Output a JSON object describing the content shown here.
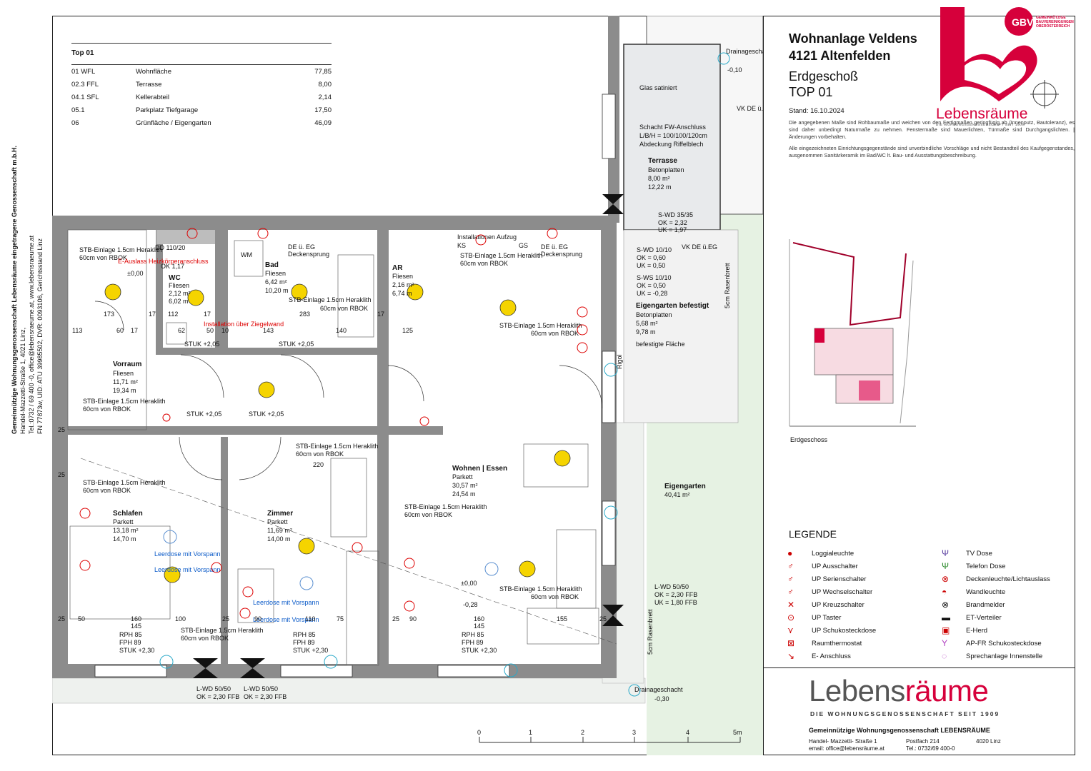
{
  "area_table": {
    "title": "Top 01",
    "rows": [
      {
        "code": "01 WFL",
        "label": "Wohnfläche",
        "value": "77,85"
      },
      {
        "code": "02.3 FFL",
        "label": "Terrasse",
        "value": "8,00"
      },
      {
        "code": "04.1 SFL",
        "label": "Kellerabteil",
        "value": "2,14"
      },
      {
        "code": "05.1",
        "label": "Parkplatz Tiefgarage",
        "value": "17,50"
      },
      {
        "code": "06",
        "label": "Grünfläche / Eigengarten",
        "value": "46,09"
      }
    ]
  },
  "title_block": {
    "project_line1": "Wohnanlage Veldens",
    "project_line2": "4121 Altenfelden",
    "floor": "Erdgeschoß",
    "unit": "TOP 01",
    "date": "Stand: 16.10.2024",
    "note1": "Die angegebenen Maße sind Rohbaumaße und weichen von den Fertigmaßen geringfügig ab (Innenputz, Bautoleranz), es sind daher unbedingt Naturmaße zu nehmen. Fenstermaße sind Mauerlichten, Türmaße sind Durchgangslichten. | Änderungen vorbehalten.",
    "note2": "Alle eingezeichneten Einrichtungsgegenstände sind unverbindliche Vorschläge und nicht Bestandteil des Kaufgegenstandes, ausgenommen Sanitärkeramik im Bad/WC lt. Bau- und Ausstattungsbeschreibung."
  },
  "logo_top": {
    "brand": "Lebensräume",
    "sub": "DIE WOHNUNGSGENOSSENSCHAFT SEIT 1909",
    "badge": "GEMEINNÜTZIGE BAUVEREINIGUNGEN OBERÖSTERREICH",
    "badge_letters": "GBV"
  },
  "mini_map": {
    "label": "Erdgeschoss"
  },
  "rooms": [
    {
      "name": "WC",
      "floor": "Fliesen",
      "area": "2,12 m²",
      "perim": "6,02 m"
    },
    {
      "name": "Bad",
      "floor": "Fliesen",
      "area": "6,42 m²",
      "perim": "10,20 m"
    },
    {
      "name": "AR",
      "floor": "Fliesen",
      "area": "2,16 m²",
      "perim": "6,74 m"
    },
    {
      "name": "Vorraum",
      "floor": "Fliesen",
      "area": "11,71 m²",
      "perim": "19,34 m"
    },
    {
      "name": "Schlafen",
      "floor": "Parkett",
      "area": "13,18 m²",
      "perim": "14,70 m"
    },
    {
      "name": "Zimmer",
      "floor": "Parkett",
      "area": "11,69 m²",
      "perim": "14,00 m"
    },
    {
      "name": "Wohnen | Essen",
      "floor": "Parkett",
      "area": "30,57 m²",
      "perim": "24,54 m"
    },
    {
      "name": "Terrasse",
      "floor": "Betonplatten",
      "area": "8,00 m²",
      "perim": "12,22 m"
    },
    {
      "name": "Eigengarten befestigt",
      "floor": "Betonplatten",
      "area": "5,68 m²",
      "perim": "9,78 m"
    }
  ],
  "garden": {
    "name": "Eigengarten",
    "area": "40,41 m²"
  },
  "annotations": {
    "heraklith": "STB-Einlage 1.5cm Heraklith",
    "rbok": "60cm von RBOK",
    "glas": "Glas satiniert",
    "schacht1": "Schacht FW-Anschluss",
    "schacht2": "L/B/H = 100/100/120cm",
    "schacht3": "Abdeckung Riffelblech",
    "befestigt": "befestigte Fläche",
    "aufzug": "Installationen Aufzug",
    "ziegelwand": "Installation über Ziegelwand",
    "rasen": "5cm Rasenbrett",
    "dg": "Drainageschacht",
    "vk": "VK DE ü.EG",
    "level0": "±0,00",
    "levelm010": "-0,10",
    "levelm028": "-0,28",
    "levelm030": "-0,30",
    "leerdose": "Leerdose mit Vorspann",
    "stuk205": "STUK +2,05",
    "stuk230": "STUK +2,30",
    "rph": "RPH 85",
    "fph": "FPH 89",
    "lwd": "L-WD 50/50",
    "ok230": "OK = 2,30 FFB",
    "uk180": "UK = 1,80 FFB",
    "swd": "S-WD 35/35",
    "ok232": "OK = 2,32",
    "uk197": "UK = 1,97",
    "swd1010": "S-WD 10/10",
    "ok060": "OK = 0,60",
    "uk050": "UK = 0,50",
    "sws1010": "S-WS 10/10",
    "ok050": "OK = 0,50",
    "uk028": "UK = -0,28",
    "dd": "DD 110/20",
    "ok117": "OK 1,17",
    "wm": "WM",
    "ks": "KS",
    "gs": "GS",
    "deu": "DE ü. EG",
    "decksprung": "Deckensprung",
    "eauslass": "E-Auslass Heizkörperanschluss",
    "rigol": "Rigol"
  },
  "legend": {
    "title": "LEGENDE",
    "left": [
      "Loggialeuchte",
      "UP Ausschalter",
      "UP Serienschalter",
      "UP Wechselschalter",
      "UP Kreuzschalter",
      "UP Taster",
      "UP Schukosteckdose",
      "Raumthermostat",
      "E- Anschluss"
    ],
    "right": [
      "TV Dose",
      "Telefon Dose",
      "Deckenleuchte/Lichtauslass",
      "Wandleuchte",
      "Brandmelder",
      "ET-Verteiler",
      "E-Herd",
      "AP-FR Schukosteckdose",
      "Sprechanlage Innenstelle"
    ]
  },
  "scale": {
    "ticks": [
      "0",
      "1",
      "2",
      "3",
      "4",
      "5m"
    ]
  },
  "footer": {
    "brand_a": "Lebens",
    "brand_b": "räume",
    "tagline": "DIE WOHNUNGSGENOSSENSCHAFT SEIT 1909",
    "company": "Gemeinnützige Wohnungsgenossenschaft LEBENSRÄUME",
    "street": "Handel- Mazzetti- Straße 1",
    "postbox": "Postfach 214",
    "city": "4020 Linz",
    "email": "email: office@lebensräume.at",
    "tel": "Tel.: 0732/69 400-0"
  },
  "side_text": {
    "line1": "Gemeinnützige Wohnungsgenossenschaft Lebensräume eingetragene Genossenschaft m.b.H.",
    "line2": "Handel-Mazzetti-Straße 1, 4021 Linz,",
    "line3": "Tel.:0732 / 69 400 -0, office@lebensraeume.at, www.lebensraeume.at",
    "line4": "FN 77873w, UID: ATU 39985502, DVR: 0093106, Gerichtsstand Linz"
  },
  "colors": {
    "brand": "#d6003b",
    "wall": "#8c8c8c",
    "garden": "#e6f2e3",
    "terrace": "#e8eaec"
  }
}
